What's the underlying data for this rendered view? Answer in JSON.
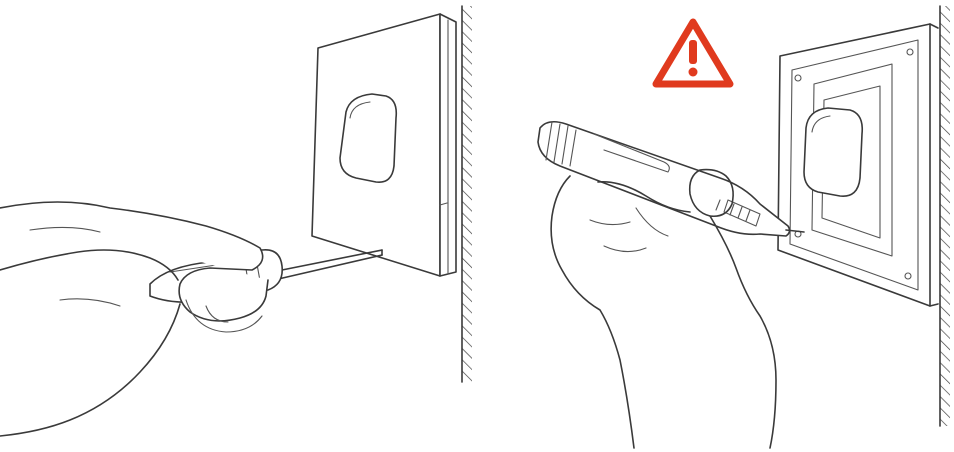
{
  "panels": [
    {
      "id": "remove-cover",
      "icon": "screwdriver-prying-switch-cover"
    },
    {
      "id": "test-voltage",
      "icon": "voltage-tester-pen-on-terminal"
    }
  ],
  "warning": {
    "icon": "warning-triangle-exclamation-icon",
    "color": "#e03a1e"
  },
  "colors": {
    "line": "#3a3a3a",
    "background": "#ffffff"
  }
}
